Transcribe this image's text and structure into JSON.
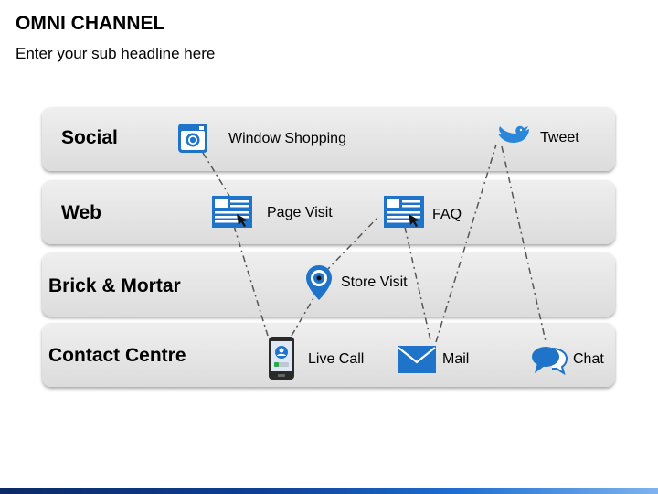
{
  "header": {
    "title": "OMNI CHANNEL",
    "subtitle": "Enter your sub headline here"
  },
  "rows": [
    {
      "label": "Social"
    },
    {
      "label": "Web"
    },
    {
      "label": "Brick & Mortar"
    },
    {
      "label": "Contact Centre"
    }
  ],
  "items": {
    "window_shopping": "Window Shopping",
    "tweet": "Tweet",
    "page_visit": "Page Visit",
    "faq": "FAQ",
    "store_visit": "Store Visit",
    "live_call": "Live Call",
    "mail": "Mail",
    "chat": "Chat"
  },
  "colors": {
    "accent": "#1f73c8",
    "band": "#e4e4e4",
    "connector": "#555555"
  }
}
